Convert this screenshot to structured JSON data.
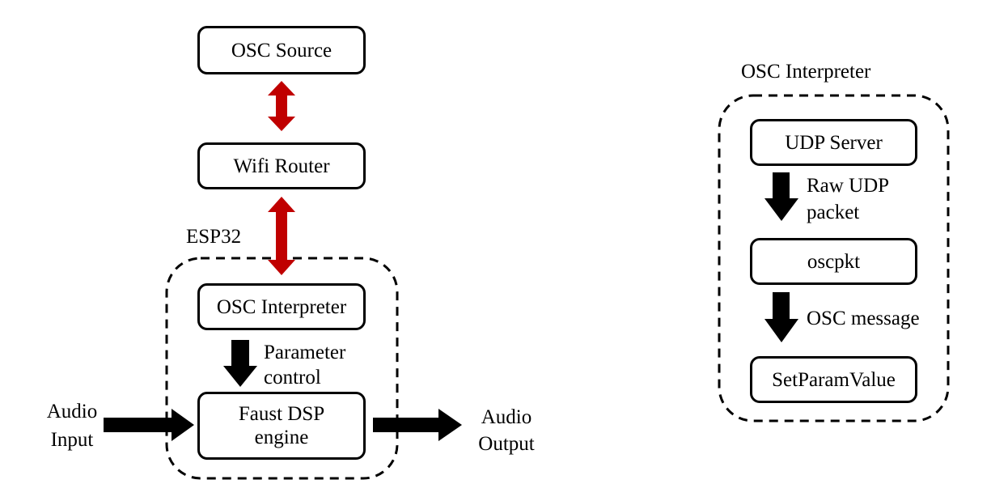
{
  "colors": {
    "signal_arrow": "#c00000",
    "flow_arrow": "#000000",
    "border": "#000000",
    "background": "#ffffff"
  },
  "left": {
    "osc_source": "OSC Source",
    "wifi_router": "Wifi Router",
    "esp32_label": "ESP32",
    "osc_interpreter": "OSC Interpreter",
    "param_control_line1": "Parameter",
    "param_control_line2": "control",
    "faust_line1": "Faust DSP",
    "faust_line2": "engine",
    "audio_input_line1": "Audio",
    "audio_input_line2": "Input",
    "audio_output_line1": "Audio",
    "audio_output_line2": "Output"
  },
  "right": {
    "group_label": "OSC Interpreter",
    "udp_server": "UDP Server",
    "raw_udp_line1": "Raw UDP",
    "raw_udp_line2": "packet",
    "oscpkt": "oscpkt",
    "osc_message": "OSC message",
    "set_param_value": "SetParamValue"
  }
}
